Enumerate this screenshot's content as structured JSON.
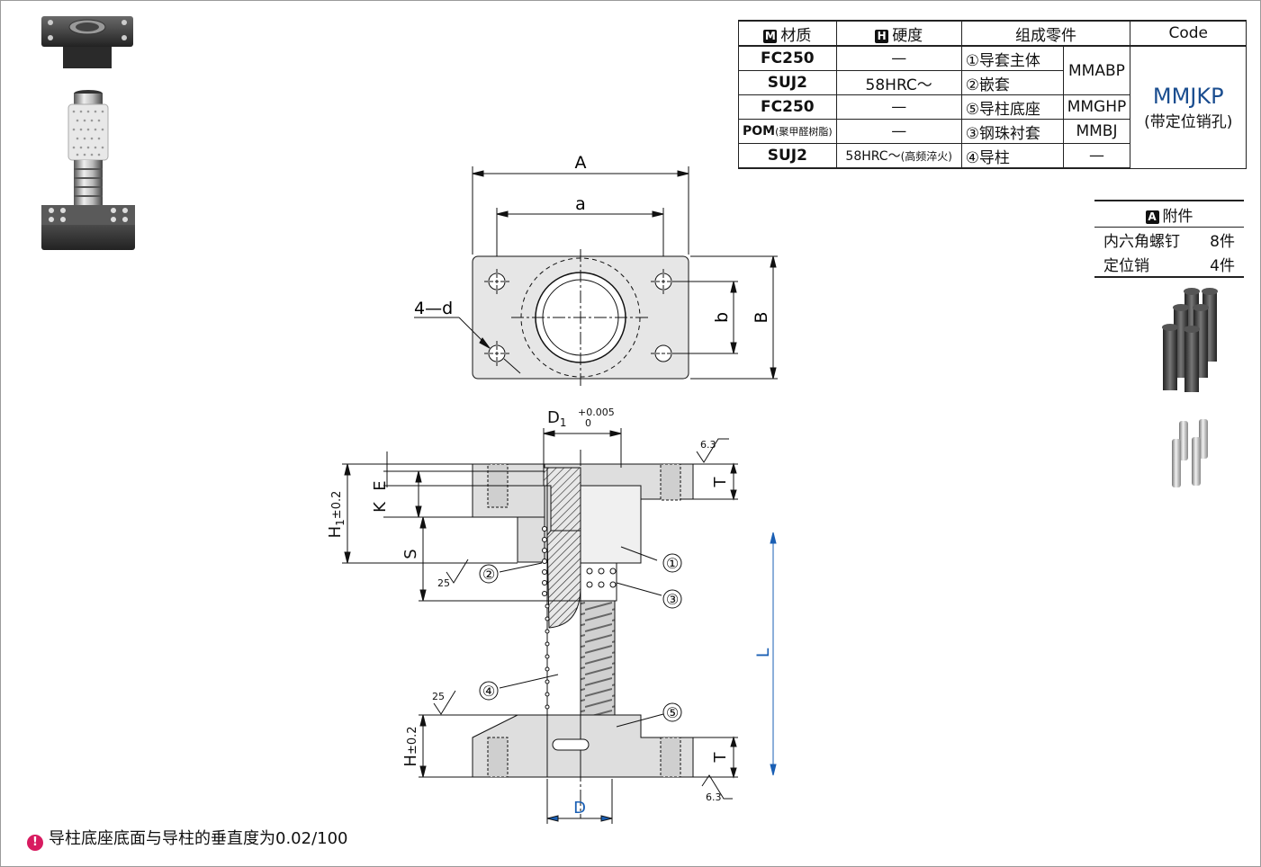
{
  "spec_table": {
    "headers": {
      "material_badge": "M",
      "material": "材质",
      "hardness_badge": "H",
      "hardness": "硬度",
      "parts": "组成零件",
      "code": "Code"
    },
    "rows": [
      {
        "material": "FC250",
        "hardness": "—",
        "part": "①导套主体",
        "part_code": "MMABP"
      },
      {
        "material": "SUJ2",
        "hardness": "58HRC～",
        "part": "②嵌套",
        "part_code": ""
      },
      {
        "material": "FC250",
        "hardness": "—",
        "part": "⑤导柱底座",
        "part_code": "MMGHP"
      },
      {
        "material": "POM",
        "material_note": "(聚甲醛树脂)",
        "hardness": "—",
        "part": "③钢珠衬套",
        "part_code": "MMBJ"
      },
      {
        "material": "SUJ2",
        "hardness": "58HRC～",
        "hardness_note": "(高频淬火)",
        "part": "④导柱",
        "part_code": "—"
      }
    ],
    "code": "MMJKP",
    "code_note": "(带定位销孔)"
  },
  "accessories": {
    "badge": "A",
    "title": "附件",
    "items": [
      {
        "name": "内六角螺钉",
        "qty": "8件"
      },
      {
        "name": "定位销",
        "qty": "4件"
      }
    ]
  },
  "top_view": {
    "dim_A": "A",
    "dim_a": "a",
    "dim_B": "B",
    "dim_b": "b",
    "holes": "4—d"
  },
  "section_view": {
    "dim_D1": "D",
    "dim_D1_sub": "1",
    "tol_upper": "+0.005",
    "tol_lower": "0",
    "dim_E": "E",
    "dim_K": "K",
    "dim_S": "S",
    "dim_H1": "H",
    "dim_H1_sub": "1",
    "dim_H1_tol": "±0.2",
    "dim_H": "H",
    "dim_H_tol": "±0.2",
    "dim_T_top": "T",
    "dim_T_bottom": "T",
    "dim_L": "L",
    "dim_D": "D",
    "rough_63_top": "6.3",
    "rough_25_left": "25",
    "rough_25_low": "25",
    "rough_63_bottom": "6.3",
    "callouts": [
      "①",
      "②",
      "③",
      "④",
      "⑤"
    ]
  },
  "note": {
    "icon": "!",
    "text": "导柱底座底面与导柱的垂直度为0.02/100"
  },
  "colors": {
    "blue_dim": "#1a5fb4",
    "code_blue": "#1a4d8f",
    "note_icon": "#d81b60"
  }
}
